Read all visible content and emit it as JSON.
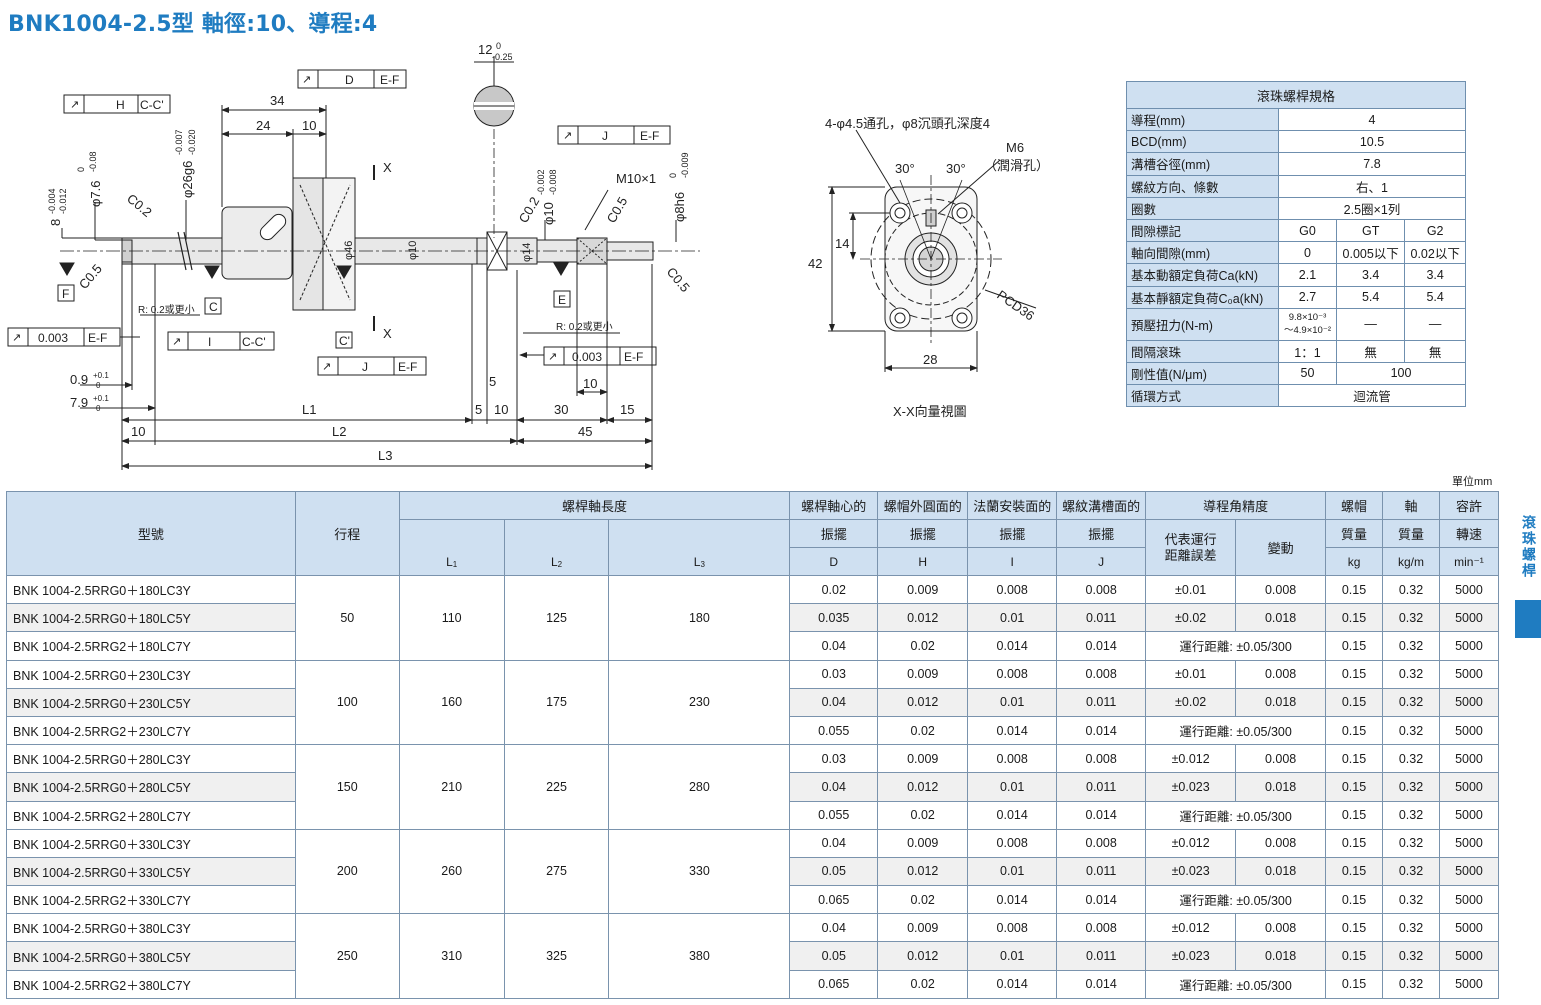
{
  "title": "BNK1004-2.5型 軸徑:10、導程:4",
  "drawing": {
    "labels": {
      "h_frame": [
        "H",
        "C-C'"
      ],
      "d_frame": [
        "D",
        "E-F"
      ],
      "j_frame": [
        "J",
        "E-F"
      ],
      "j_frame2": [
        "J",
        "E-F"
      ],
      "i_frame": [
        "I",
        "C-C'"
      ],
      "ef_frame": [
        "0.003",
        "E-F"
      ],
      "ef_frame2": [
        "0.003",
        "E-F"
      ],
      "dim_34": "34",
      "dim_24": "24",
      "dim_10a": "10",
      "dia26": "φ26g6",
      "tol26a": "-0.007",
      "tol26b": "-0.020",
      "dia76": "φ7.6",
      "tol76a": "0",
      "tol76b": "-0.08",
      "dim8": "8",
      "tol8a": "-0.004",
      "tol8b": "-0.012",
      "c02a": "C0.2",
      "c05a": "C0.5",
      "c02b": "C0.2",
      "c05b": "C0.5",
      "c05c": "C0.5",
      "dia46": "φ46",
      "dia10": "φ10",
      "dia14": "φ14",
      "dia10b": "φ10",
      "tol10a": "-0.002",
      "tol10b": "-0.008",
      "m10": "M10×1",
      "dia8h6": "φ8h6",
      "tol8ha": "0",
      "tol8hb": "-0.009",
      "dim12": "12",
      "tol12a": "0",
      "tol12b": "-0.25",
      "x_top": "X",
      "x_bot": "X",
      "F": "F",
      "C": "C",
      "Cp": "C'",
      "E": "E",
      "r02a": "R: 0.2或更小",
      "r02b": "R: 0.2或更小",
      "d09": "0.9",
      "d09t": "+0.1",
      "d09b": "0",
      "d79": "7.9",
      "d79t": "+0.1",
      "d79b": "0",
      "L1": "L1",
      "L2": "L2",
      "L3": "L3",
      "dim10b": "10",
      "dim5a": "5",
      "dim5b": "5",
      "dim10c": "10",
      "dim30": "30",
      "dim15": "15",
      "dim10d": "10",
      "dim45": "45"
    },
    "view": {
      "holes": "4-φ4.5通孔，φ8沉頭孔深度4",
      "m6": "M6",
      "lube": "（潤滑孔）",
      "ang1": "30°",
      "ang2": "30°",
      "d14": "14",
      "d42": "42",
      "d28": "28",
      "pcd": "PCD36",
      "caption": "X-X向量視圖"
    }
  },
  "spec": {
    "title": "滾珠螺桿規格",
    "rows": [
      {
        "label": "導程(mm)",
        "value": "4"
      },
      {
        "label": "BCD(mm)",
        "value": "10.5"
      },
      {
        "label": "溝槽谷徑(mm)",
        "value": "7.8"
      },
      {
        "label": "螺紋方向、條數",
        "value": "右、1"
      },
      {
        "label": "圈數",
        "value": "2.5圈×1列"
      }
    ],
    "clearance_label": "間隙標記",
    "clearance": [
      "G0",
      "GT",
      "G2"
    ],
    "axial_label": "軸向間隙(mm)",
    "axial": [
      "0",
      "0.005以下",
      "0.02以下"
    ],
    "dyn_label": "基本動額定負荷Ca(kN)",
    "dyn": [
      "2.1",
      "3.4",
      "3.4"
    ],
    "stat_label": "基本靜額定負荷C₀a(kN)",
    "stat": [
      "2.7",
      "5.4",
      "5.4"
    ],
    "torque_label": "預壓扭力(N-m)",
    "torque_a": "9.8×10⁻³",
    "torque_b": "～4.9×10⁻²",
    "torque_dash1": "—",
    "torque_dash2": "—",
    "spacer_label": "間隔滾珠",
    "spacer": [
      "1：1",
      "無",
      "無"
    ],
    "rigid_label": "剛性值(N/μm)",
    "rigid": [
      "50",
      "100"
    ],
    "circ_label": "循環方式",
    "circ": "迴流管"
  },
  "unit": "單位mm",
  "table": {
    "h_model": "型號",
    "h_stroke": "行程",
    "h_len": "螺桿軸長度",
    "h_D": [
      "螺桿軸心的",
      "振擺",
      "D"
    ],
    "h_H": [
      "螺帽外圓面的",
      "振擺",
      "H"
    ],
    "h_I": [
      "法蘭安裝面的",
      "振擺",
      "I"
    ],
    "h_J": [
      "螺紋溝槽面的",
      "振擺",
      "J"
    ],
    "h_lead": "導程角精度",
    "h_rep": "代表運行距離誤差",
    "h_var": "變動",
    "h_nut": [
      "螺帽",
      "質量",
      "kg"
    ],
    "h_shaft": [
      "軸",
      "質量",
      "kg/m"
    ],
    "h_speed": [
      "容許",
      "轉速",
      "min⁻¹"
    ],
    "L1": "L",
    "L2": "L",
    "L3": "L",
    "s1": "1",
    "s2": "2",
    "s3": "3",
    "groups": [
      {
        "stroke": "50",
        "L1": "110",
        "L2": "125",
        "L3": "180",
        "rows": [
          {
            "model": "BNK 1004-2.5RRG0＋180LC3Y",
            "D": "0.02",
            "H": "0.009",
            "I": "0.008",
            "J": "0.008",
            "rep": "±0.01",
            "var": "0.008",
            "nut": "0.15",
            "shaft": "0.32",
            "speed": "5000"
          },
          {
            "model": "BNK 1004-2.5RRG0＋180LC5Y",
            "D": "0.035",
            "H": "0.012",
            "I": "0.01",
            "J": "0.011",
            "rep": "±0.02",
            "var": "0.018",
            "nut": "0.15",
            "shaft": "0.32",
            "speed": "5000"
          },
          {
            "model": "BNK 1004-2.5RRG2＋180LC7Y",
            "D": "0.04",
            "H": "0.02",
            "I": "0.014",
            "J": "0.014",
            "merged": "運行距離: ±0.05/300",
            "nut": "0.15",
            "shaft": "0.32",
            "speed": "5000"
          }
        ]
      },
      {
        "stroke": "100",
        "L1": "160",
        "L2": "175",
        "L3": "230",
        "rows": [
          {
            "model": "BNK 1004-2.5RRG0＋230LC3Y",
            "D": "0.03",
            "H": "0.009",
            "I": "0.008",
            "J": "0.008",
            "rep": "±0.01",
            "var": "0.008",
            "nut": "0.15",
            "shaft": "0.32",
            "speed": "5000"
          },
          {
            "model": "BNK 1004-2.5RRG0＋230LC5Y",
            "D": "0.04",
            "H": "0.012",
            "I": "0.01",
            "J": "0.011",
            "rep": "±0.02",
            "var": "0.018",
            "nut": "0.15",
            "shaft": "0.32",
            "speed": "5000"
          },
          {
            "model": "BNK 1004-2.5RRG2＋230LC7Y",
            "D": "0.055",
            "H": "0.02",
            "I": "0.014",
            "J": "0.014",
            "merged": "運行距離: ±0.05/300",
            "nut": "0.15",
            "shaft": "0.32",
            "speed": "5000"
          }
        ]
      },
      {
        "stroke": "150",
        "L1": "210",
        "L2": "225",
        "L3": "280",
        "rows": [
          {
            "model": "BNK 1004-2.5RRG0＋280LC3Y",
            "D": "0.03",
            "H": "0.009",
            "I": "0.008",
            "J": "0.008",
            "rep": "±0.012",
            "var": "0.008",
            "nut": "0.15",
            "shaft": "0.32",
            "speed": "5000"
          },
          {
            "model": "BNK 1004-2.5RRG0＋280LC5Y",
            "D": "0.04",
            "H": "0.012",
            "I": "0.01",
            "J": "0.011",
            "rep": "±0.023",
            "var": "0.018",
            "nut": "0.15",
            "shaft": "0.32",
            "speed": "5000"
          },
          {
            "model": "BNK 1004-2.5RRG2＋280LC7Y",
            "D": "0.055",
            "H": "0.02",
            "I": "0.014",
            "J": "0.014",
            "merged": "運行距離: ±0.05/300",
            "nut": "0.15",
            "shaft": "0.32",
            "speed": "5000"
          }
        ]
      },
      {
        "stroke": "200",
        "L1": "260",
        "L2": "275",
        "L3": "330",
        "rows": [
          {
            "model": "BNK 1004-2.5RRG0＋330LC3Y",
            "D": "0.04",
            "H": "0.009",
            "I": "0.008",
            "J": "0.008",
            "rep": "±0.012",
            "var": "0.008",
            "nut": "0.15",
            "shaft": "0.32",
            "speed": "5000"
          },
          {
            "model": "BNK 1004-2.5RRG0＋330LC5Y",
            "D": "0.05",
            "H": "0.012",
            "I": "0.01",
            "J": "0.011",
            "rep": "±0.023",
            "var": "0.018",
            "nut": "0.15",
            "shaft": "0.32",
            "speed": "5000"
          },
          {
            "model": "BNK 1004-2.5RRG2＋330LC7Y",
            "D": "0.065",
            "H": "0.02",
            "I": "0.014",
            "J": "0.014",
            "merged": "運行距離: ±0.05/300",
            "nut": "0.15",
            "shaft": "0.32",
            "speed": "5000"
          }
        ]
      },
      {
        "stroke": "250",
        "L1": "310",
        "L2": "325",
        "L3": "380",
        "rows": [
          {
            "model": "BNK 1004-2.5RRG0＋380LC3Y",
            "D": "0.04",
            "H": "0.009",
            "I": "0.008",
            "J": "0.008",
            "rep": "±0.012",
            "var": "0.008",
            "nut": "0.15",
            "shaft": "0.32",
            "speed": "5000"
          },
          {
            "model": "BNK 1004-2.5RRG0＋380LC5Y",
            "D": "0.05",
            "H": "0.012",
            "I": "0.01",
            "J": "0.011",
            "rep": "±0.023",
            "var": "0.018",
            "nut": "0.15",
            "shaft": "0.32",
            "speed": "5000"
          },
          {
            "model": "BNK 1004-2.5RRG2＋380LC7Y",
            "D": "0.065",
            "H": "0.02",
            "I": "0.014",
            "J": "0.014",
            "merged": "運行距離: ±0.05/300",
            "nut": "0.15",
            "shaft": "0.32",
            "speed": "5000"
          }
        ]
      }
    ]
  },
  "side_label": "滾珠螺桿",
  "colors": {
    "accent": "#1f7cc1",
    "header_bg": "#cfe0f1",
    "border": "#7a93ad",
    "row_shade": "#f0f0f0"
  }
}
